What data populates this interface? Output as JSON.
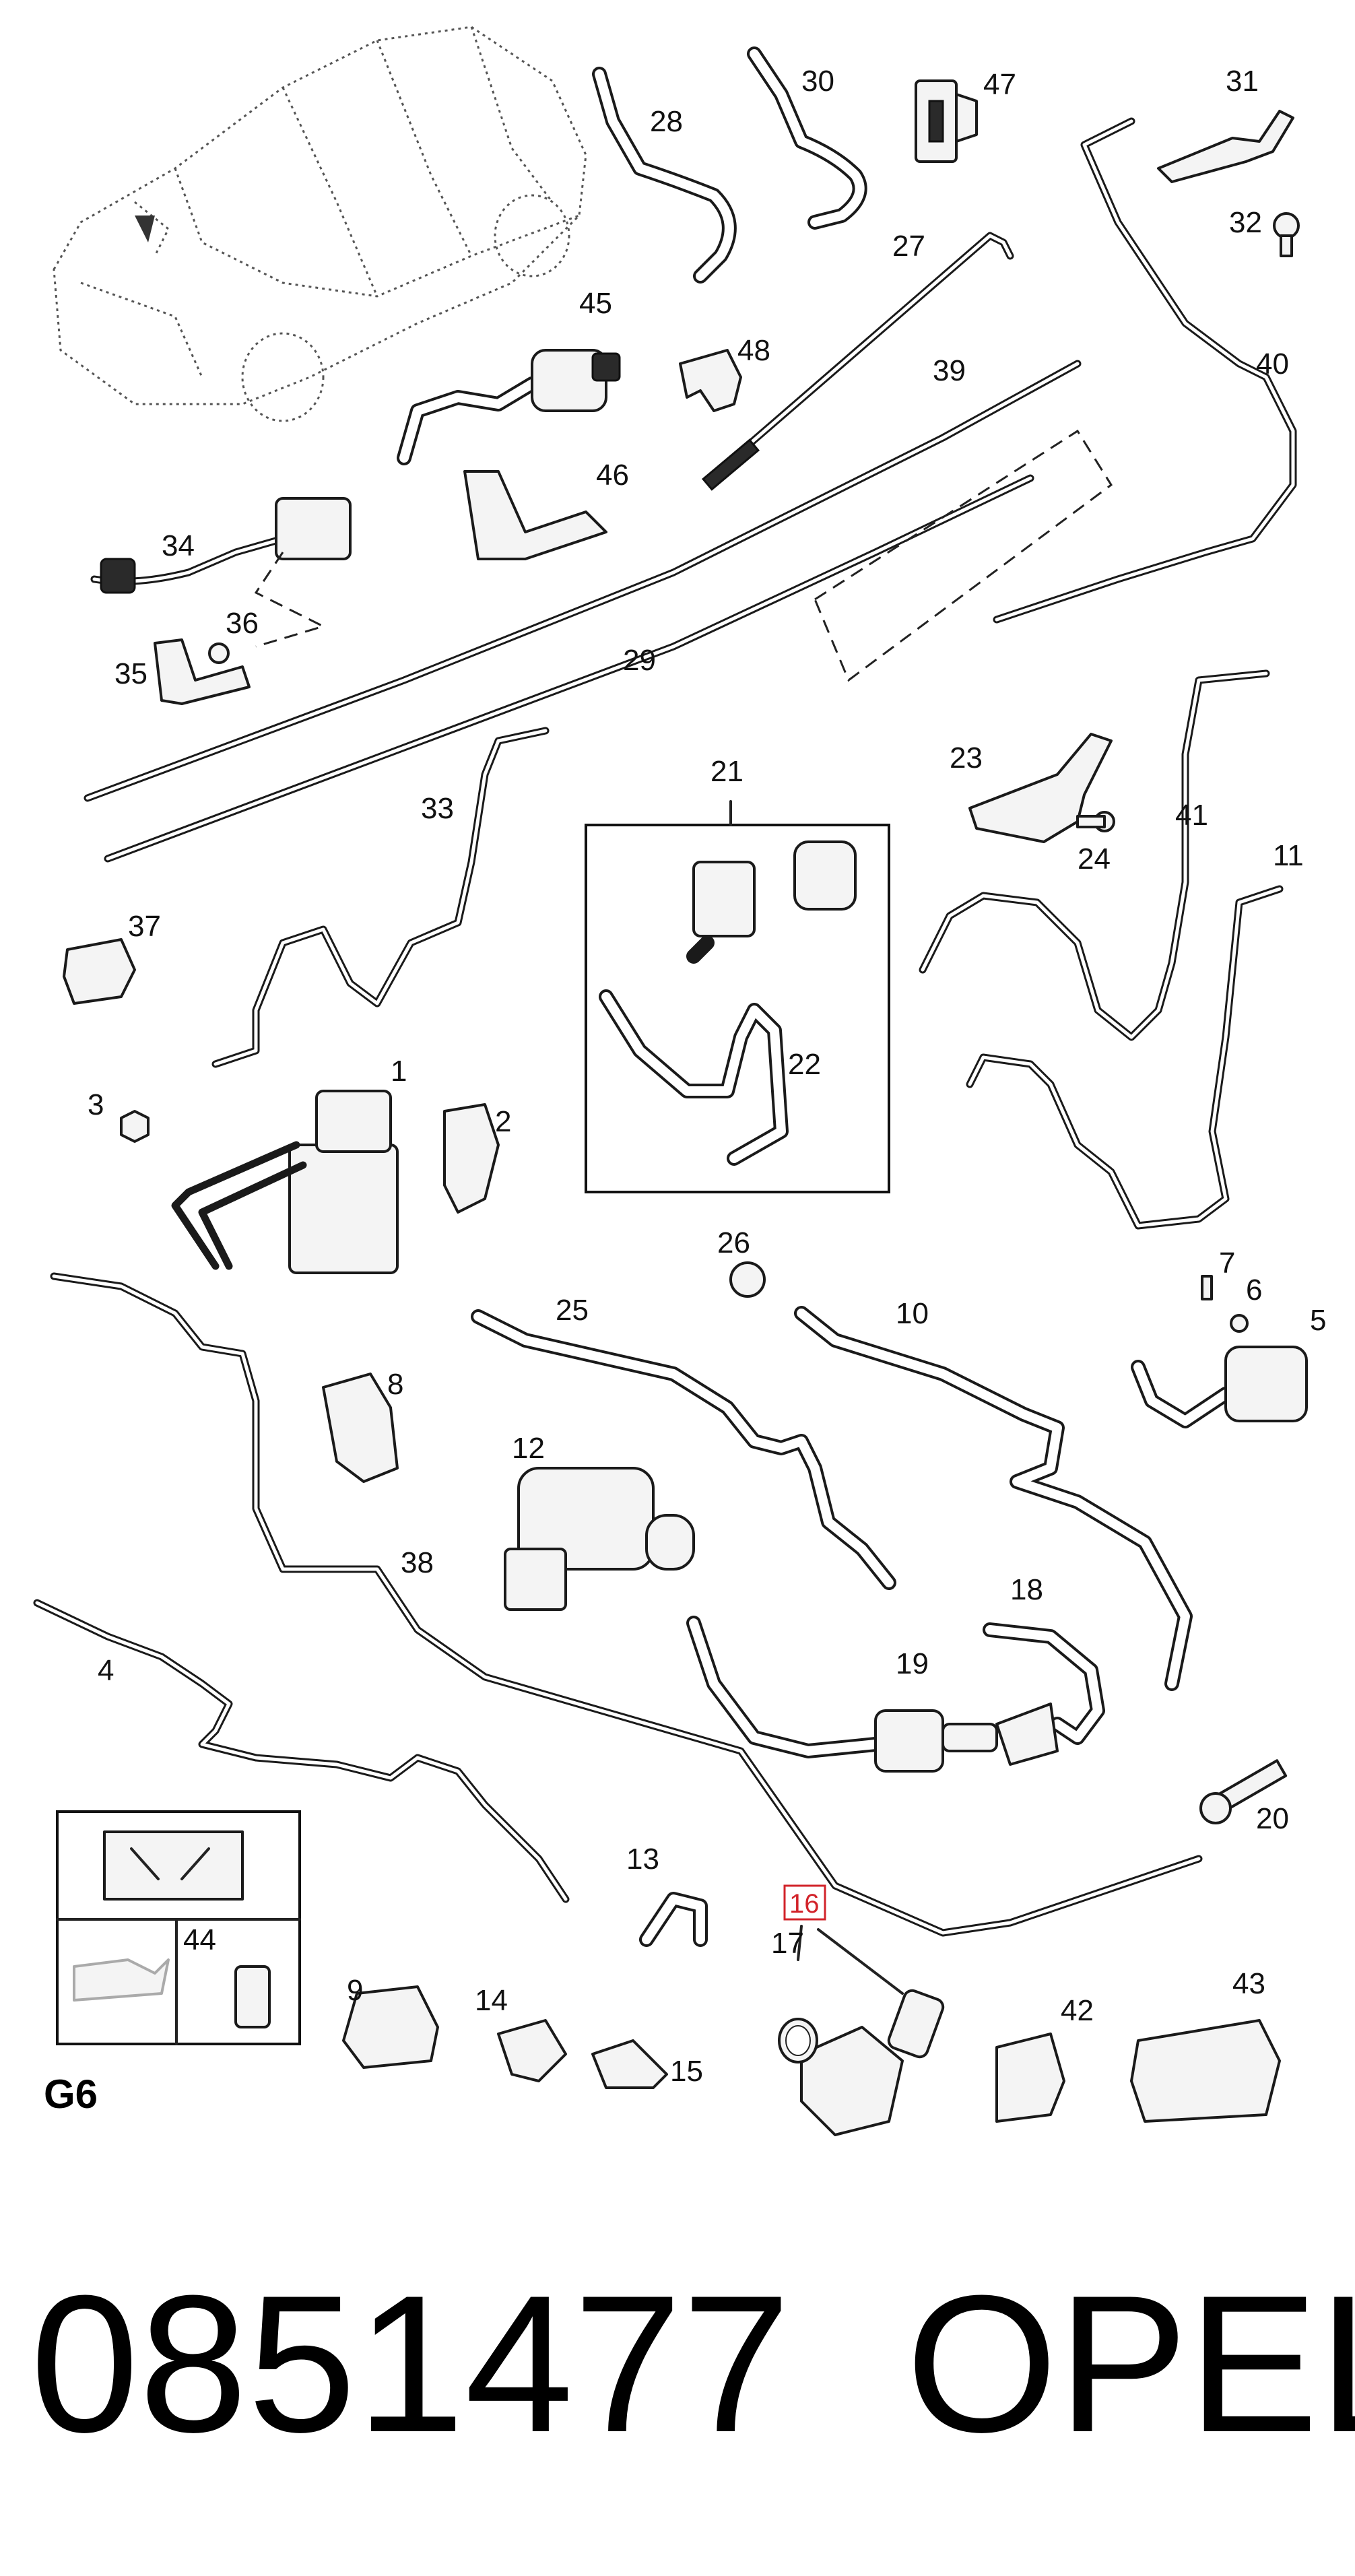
{
  "diagram": {
    "part_labels": [
      "1",
      "2",
      "3",
      "4",
      "5",
      "6",
      "7",
      "8",
      "9",
      "10",
      "11",
      "12",
      "13",
      "14",
      "15",
      "16",
      "17",
      "18",
      "19",
      "20",
      "21",
      "22",
      "23",
      "24",
      "25",
      "26",
      "27",
      "28",
      "29",
      "30",
      "31",
      "32",
      "33",
      "34",
      "35",
      "36",
      "37",
      "38",
      "39",
      "40",
      "41",
      "42",
      "43",
      "44",
      "45",
      "46",
      "47",
      "48"
    ],
    "highlighted_part": "16",
    "section_code": "G6",
    "part_number": "0851477",
    "brand": "OPEL",
    "highlight_color": "#d2232a"
  }
}
